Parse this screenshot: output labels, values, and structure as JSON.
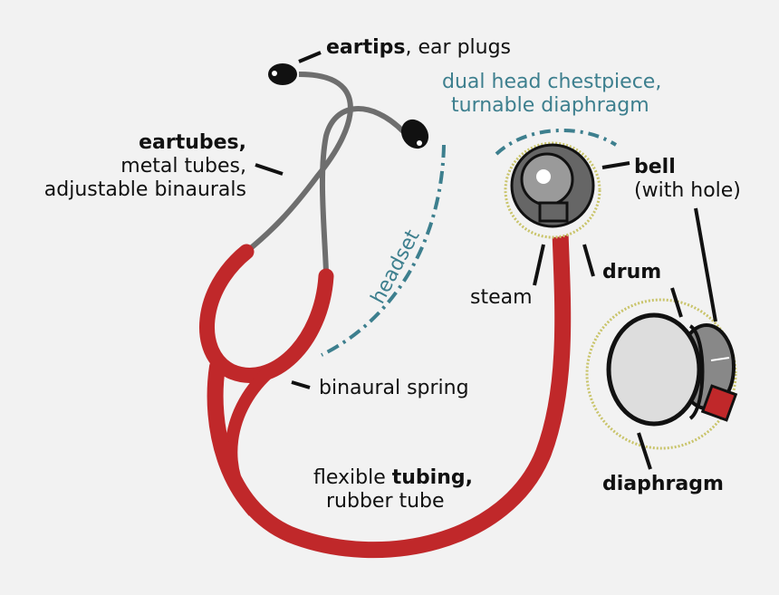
{
  "labels": {
    "eartips": {
      "bold": "eartips",
      "rest": ", ear plugs"
    },
    "chestpiece": {
      "line1": "dual head chestpiece,",
      "line2": "turnable diaphragm"
    },
    "eartubes": {
      "bold": "eartubes,",
      "line2": "metal tubes,",
      "line3": "adjustable binaurals"
    },
    "bell": {
      "bold": "bell",
      "line2": "(with hole)"
    },
    "headset": "headset",
    "steam": "steam",
    "drum": "drum",
    "binaural_spring": "binaural spring",
    "tubing": {
      "pre": "flexible ",
      "bold": "tubing,",
      "line2": "rubber tube"
    },
    "diaphragm": "diaphragm"
  },
  "colors": {
    "background": "#f2f2f2",
    "tubing_red": "#c0282a",
    "metal_gray": "#6e6e6e",
    "teal": "#3d7f8e",
    "halo": "#c9c46a"
  }
}
